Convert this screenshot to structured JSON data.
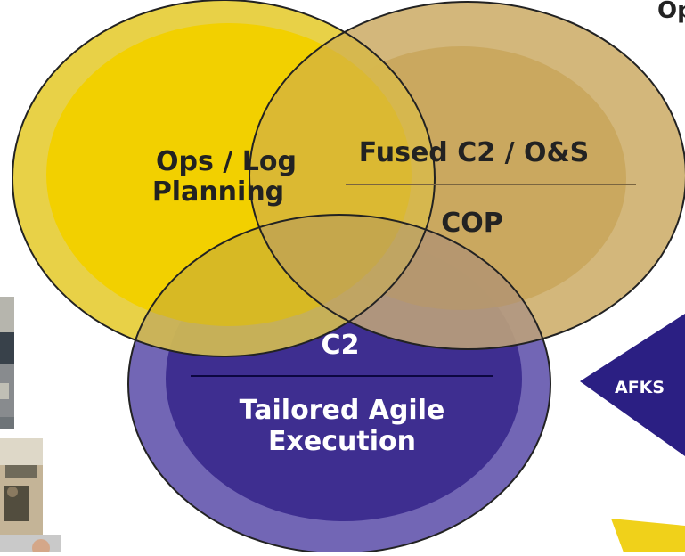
{
  "header": {
    "partial_title": "Op"
  },
  "circles": {
    "ops_log": {
      "line1": "Ops / Log",
      "line2": "Planning",
      "outer": "#e7cf3d",
      "inner": "#f2d000"
    },
    "fused": {
      "line1": "Fused C2 / O&S",
      "line2": "COP",
      "outer": "#d8bf8c",
      "inner": "#c8a55b"
    },
    "c2": {
      "line1": "C2",
      "line2": "Tailored Agile",
      "line3": "Execution",
      "outer": "#6d60b2",
      "inner": "#2e1f86"
    }
  },
  "arrows": {
    "afks_label": "AFKS",
    "afks_color": "#2b1f83",
    "yellow_color": "#f0d11a"
  },
  "photos": {
    "icon_names": [
      "aircraft-photo-icon",
      "soldiers-photo-icon",
      "person-photo-icon"
    ]
  }
}
